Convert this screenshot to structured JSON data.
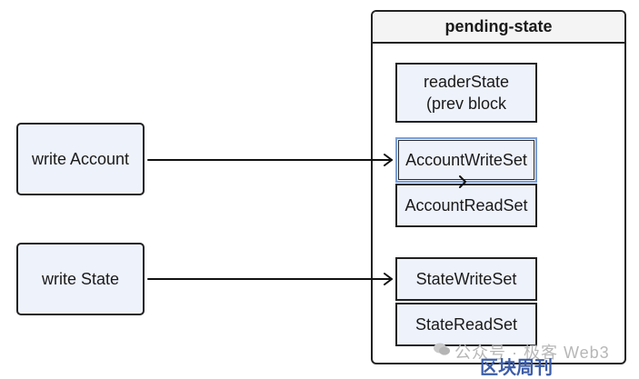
{
  "left_nodes": {
    "write_account": "write Account",
    "write_state": "write State"
  },
  "container": {
    "title": "pending-state",
    "reader_state": "readerState\n(prev block",
    "account_write_set": "AccountWriteSet",
    "account_read_set": "AccountReadSet",
    "state_write_set": "StateWriteSet",
    "state_read_set": "StateReadSet"
  },
  "watermark": {
    "text": "公众号 · 极客 Web3",
    "logo": "区块周刊"
  },
  "colors": {
    "node_fill": "#eef2fb",
    "stroke": "#222222",
    "selection": "#7a9fd9"
  }
}
